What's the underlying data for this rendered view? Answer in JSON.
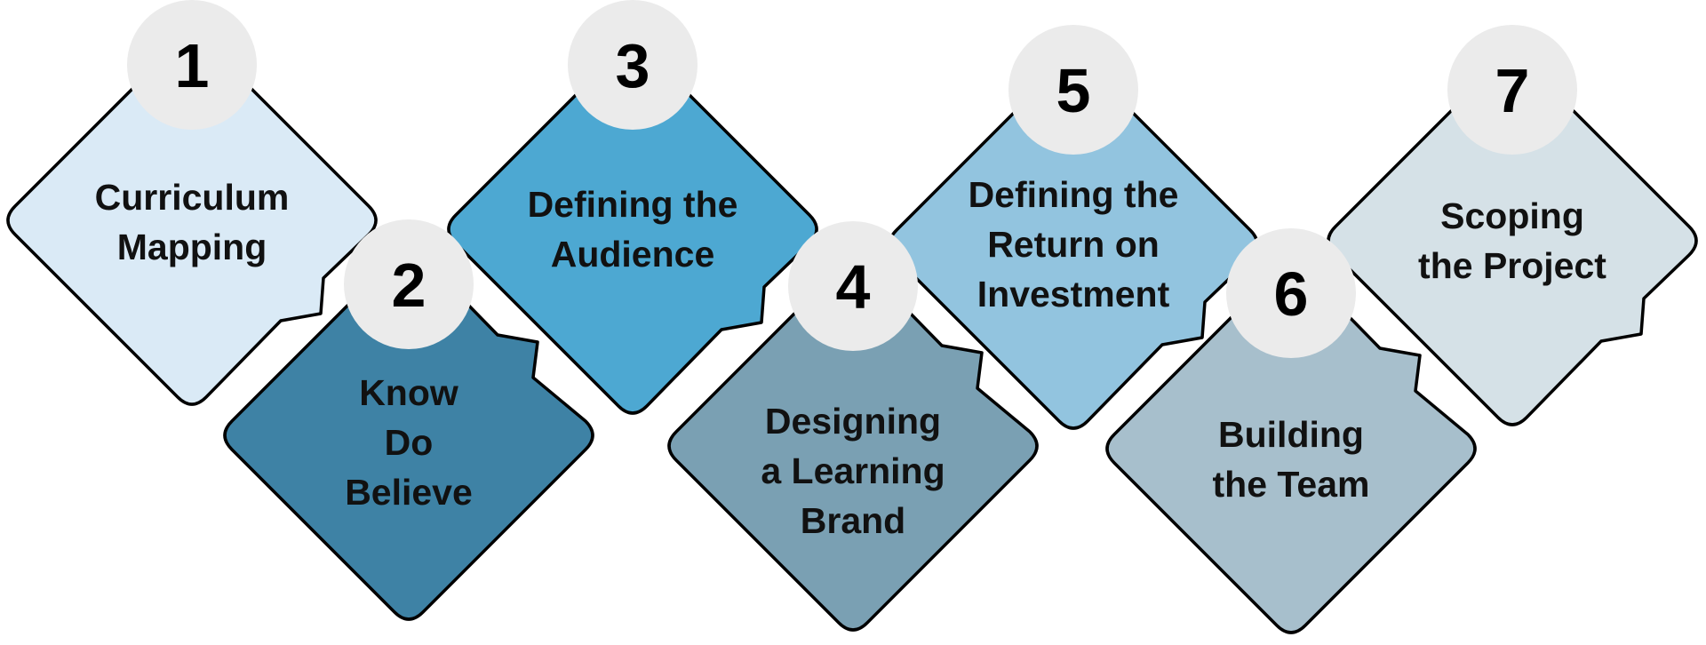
{
  "steps": [
    {
      "number": "1",
      "lines": [
        "Curriculum",
        "Mapping"
      ],
      "color": "#daeaf6"
    },
    {
      "number": "2",
      "lines": [
        "Know",
        "Do",
        "Believe"
      ],
      "color": "#3e82a5"
    },
    {
      "number": "3",
      "lines": [
        "Defining the",
        "Audience"
      ],
      "color": "#4da8d2"
    },
    {
      "number": "4",
      "lines": [
        "Designing",
        "a Learning",
        "Brand"
      ],
      "color": "#7aa0b3"
    },
    {
      "number": "5",
      "lines": [
        "Defining the",
        "Return on",
        "Investment"
      ],
      "color": "#92c4df"
    },
    {
      "number": "6",
      "lines": [
        "Building",
        "the Team"
      ],
      "color": "#a7bfcc"
    },
    {
      "number": "7",
      "lines": [
        "Scoping",
        "the Project"
      ],
      "color": "#d5e1e7"
    }
  ]
}
